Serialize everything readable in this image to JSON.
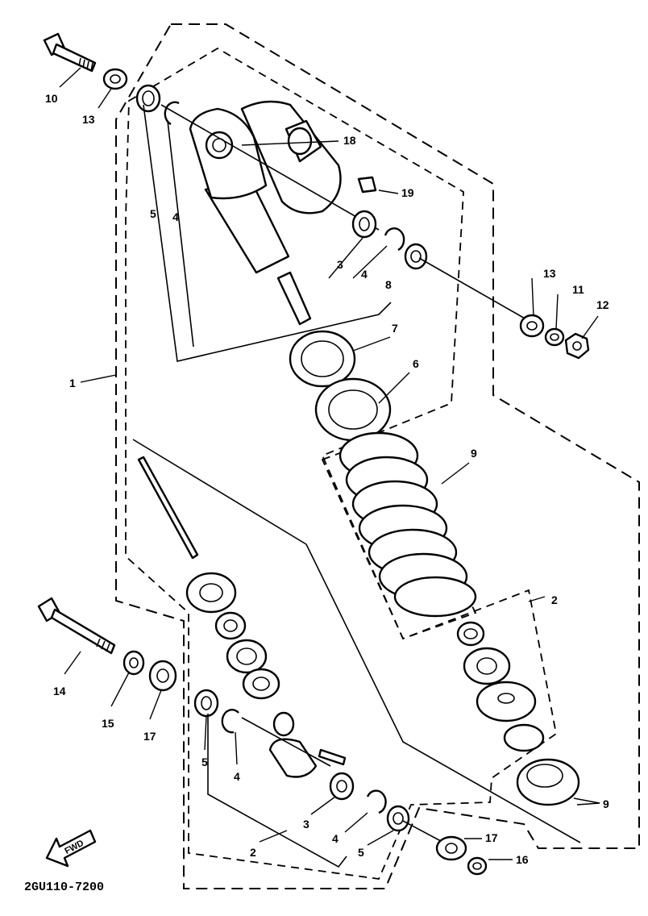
{
  "diagram_code": "2GU110-7200",
  "fwd_label": "FWD",
  "callouts": {
    "c10": "10",
    "c13a": "13",
    "c5a": "5",
    "c4a": "4",
    "c18": "18",
    "c19": "19",
    "c3a": "3",
    "c4b": "4",
    "c8": "8",
    "c7": "7",
    "c6": "6",
    "c13b": "13",
    "c11": "11",
    "c12": "12",
    "c1": "1",
    "c9a": "9",
    "c2a": "2",
    "c14": "14",
    "c15": "15",
    "c17a": "17",
    "c5b": "5",
    "c4c": "4",
    "c3b": "3",
    "c2b": "2",
    "c4d": "4",
    "c5c": "5",
    "c17b": "17",
    "c16": "16",
    "c9b": "9"
  }
}
